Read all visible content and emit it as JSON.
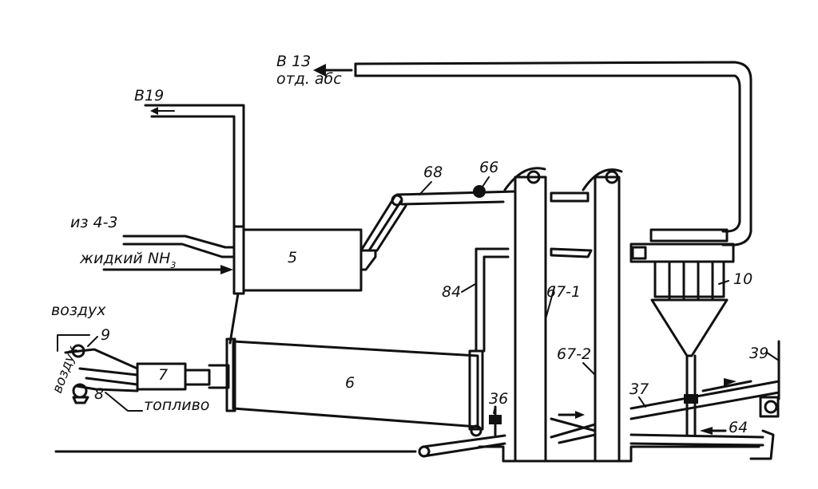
{
  "labels": {
    "to_13": "В 13",
    "dept_abs": "отд. абс",
    "to_19": "В19",
    "from_4_3": "из 4-3",
    "liquid_nh3": "жидкий NH",
    "nh3_sub": "3",
    "air": "воздух",
    "air_vertical": "воздух",
    "fuel": "топливо",
    "n5": "5",
    "n6": "6",
    "n7": "7",
    "n8": "8",
    "n9": "9",
    "n10": "10",
    "n36": "36",
    "n37": "37",
    "n39": "39",
    "n64": "64",
    "n66": "66",
    "n67_1": "67-1",
    "n67_2": "67-2",
    "n68": "68",
    "n84": "84"
  }
}
